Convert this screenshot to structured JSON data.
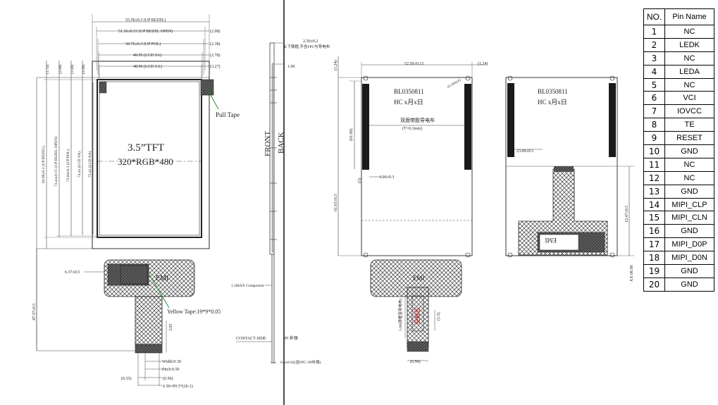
{
  "front": {
    "top_dims": [
      "55.50±0.2 (UP BEZEL)",
      "51.36±0.15 (UP BEZEL OPEN)",
      "50.76±0.3 (UP POL)",
      "49.95 (LCD VA)",
      "48.96 (LCD AA)"
    ],
    "right_dims": [
      "(2.08)",
      "(2.38)",
      "(2.78)",
      "(3.27)"
    ],
    "left_dims": [
      "84.96±0.2 (UP BEZEL)",
      "73.44±0.15 (UP BEZEL OPEN)",
      "72.84±0.3 (UP POL)",
      "74.44 (LCD VA)",
      "73.44 (LCD AA)"
    ],
    "left_small": [
      "(1.74)",
      "(2.08)",
      "(2.48)",
      "(2.96)"
    ],
    "title": "3.5”TFT",
    "resolution": "320*RGB*480",
    "pull_tape": "Pull Tape",
    "emi": "EMI",
    "yellow_tape": "Yellow Tape:19*9*0.05",
    "dim_637": "6.37±0.5",
    "dim_height": "47.37±0.5",
    "dim_bend": "3.05",
    "width_note": "Width:0.30",
    "pitch_note": "Pitch:0.50",
    "dim_035": "(0.35)",
    "dim_050": "(0.50)",
    "pin_span": "6.50=P0.5*(20-1)"
  },
  "side": {
    "top_dim": "2.50±0.2",
    "top_note": "上下铁框,不含FPC与导电布",
    "dim_100": "1.00",
    "front_label": "FRONT",
    "back_label": "BACK",
    "component_note": "1.2MAX Component",
    "contact_side": "CONTACT SIDE",
    "pi_note": "PI 补强",
    "bottom_note": "0.3±0.03(含FPC+PI补强)"
  },
  "back": {
    "width_dim": "52.50±0.15",
    "dim_124": "(1.24)",
    "dim_124_left": "(1.24)",
    "model": "BL0350811",
    "date_code": "HC x月x日",
    "tape_label": "双面带胶导电布",
    "tape_thickness": "(T=0.1mm)",
    "dim_400": "4.00±0.3",
    "dim_5": "(5)",
    "height_dim": "61.65±0.3",
    "dim_6100": "(61.00)",
    "emi": "EMI",
    "dim_fpc": "5.00(铁框至导电布)",
    "dim_050": "(0.50)",
    "dim_15": "(1.5)",
    "stamp": "贴标区",
    "corner_note": "(0.1MAX)"
  },
  "back2": {
    "model": "BL0350811",
    "date_code": "HC x月x日",
    "dim_2300": "23.00±0.5",
    "emi": "EMI",
    "dim_right": "12.47±0.5",
    "xy_note": "XX 08.90"
  },
  "pin_table": {
    "header_no": "NO.",
    "header_name": "Pin Name",
    "rows": [
      {
        "no": "1",
        "name": "NC"
      },
      {
        "no": "2",
        "name": "LEDK"
      },
      {
        "no": "3",
        "name": "NC"
      },
      {
        "no": "4",
        "name": "LEDA"
      },
      {
        "no": "5",
        "name": "NC"
      },
      {
        "no": "6",
        "name": "VCI"
      },
      {
        "no": "7",
        "name": "IOVCC"
      },
      {
        "no": "8",
        "name": "TE"
      },
      {
        "no": "9",
        "name": "RESET"
      },
      {
        "no": "10",
        "name": "GND"
      },
      {
        "no": "11",
        "name": "NC"
      },
      {
        "no": "12",
        "name": "NC"
      },
      {
        "no": "13",
        "name": "GND"
      },
      {
        "no": "14",
        "name": "MIPI_CLP"
      },
      {
        "no": "15",
        "name": "MIPI_CLN"
      },
      {
        "no": "16",
        "name": "GND"
      },
      {
        "no": "17",
        "name": "MIPI_D0P"
      },
      {
        "no": "18",
        "name": "MIPI_D0N"
      },
      {
        "no": "19",
        "name": "GND"
      },
      {
        "no": "20",
        "name": "GND"
      }
    ]
  }
}
